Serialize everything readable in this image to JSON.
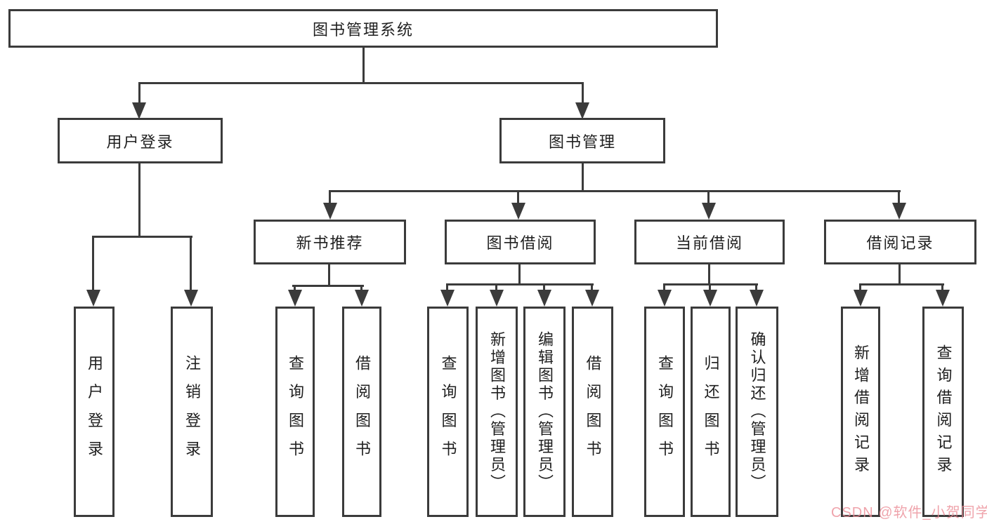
{
  "tree": {
    "root": {
      "label": "图书管理系统"
    },
    "branches": [
      {
        "label": "用户登录",
        "children": [
          {
            "label": "用户登录"
          },
          {
            "label": "注销登录"
          }
        ]
      },
      {
        "label": "图书管理",
        "groups": [
          {
            "label": "新书推荐",
            "children": [
              {
                "label": "查询图书"
              },
              {
                "label": "借阅图书"
              }
            ]
          },
          {
            "label": "图书借阅",
            "children": [
              {
                "label": "查询图书"
              },
              {
                "label": "新增图书（管理员）"
              },
              {
                "label": "编辑图书（管理员）"
              },
              {
                "label": "借阅图书"
              }
            ]
          },
          {
            "label": "当前借阅",
            "children": [
              {
                "label": "查询图书"
              },
              {
                "label": "归还图书"
              },
              {
                "label": "确认归还（管理员）"
              }
            ]
          },
          {
            "label": "借阅记录",
            "children": [
              {
                "label": "新增借阅记录"
              },
              {
                "label": "查询借阅记录"
              }
            ]
          }
        ]
      }
    ]
  },
  "watermark": {
    "text": "CSDN @软件_小贺同学",
    "color": "#eb8c96"
  },
  "colors": {
    "line": "#3b3b3b",
    "box_background": "#ffffff",
    "text": "#1f1f1f",
    "page_background": "#ffffff"
  }
}
